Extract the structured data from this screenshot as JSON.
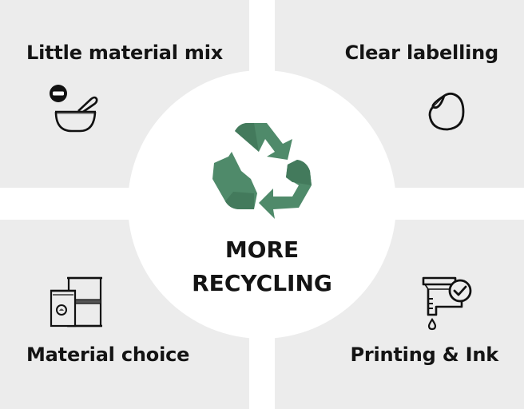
{
  "diagram": {
    "center": {
      "title_line1": "MORE",
      "title_line2": "RECYCLING",
      "icon": "recycle-icon",
      "icon_color": "#4f8a6a",
      "icon_color_dark": "#437a5c"
    },
    "quadrants": [
      {
        "position": "top-left",
        "label": "Little material mix",
        "icon": "mortar-pestle-minus-icon"
      },
      {
        "position": "top-right",
        "label": "Clear labelling",
        "icon": "sticker-icon"
      },
      {
        "position": "bottom-left",
        "label": "Material choice",
        "icon": "containers-icon"
      },
      {
        "position": "bottom-right",
        "label": "Printing & Ink",
        "icon": "ink-cartridge-check-icon"
      }
    ],
    "colors": {
      "quadrant_bg": "#ececec",
      "background": "#ffffff",
      "text": "#141414"
    }
  }
}
